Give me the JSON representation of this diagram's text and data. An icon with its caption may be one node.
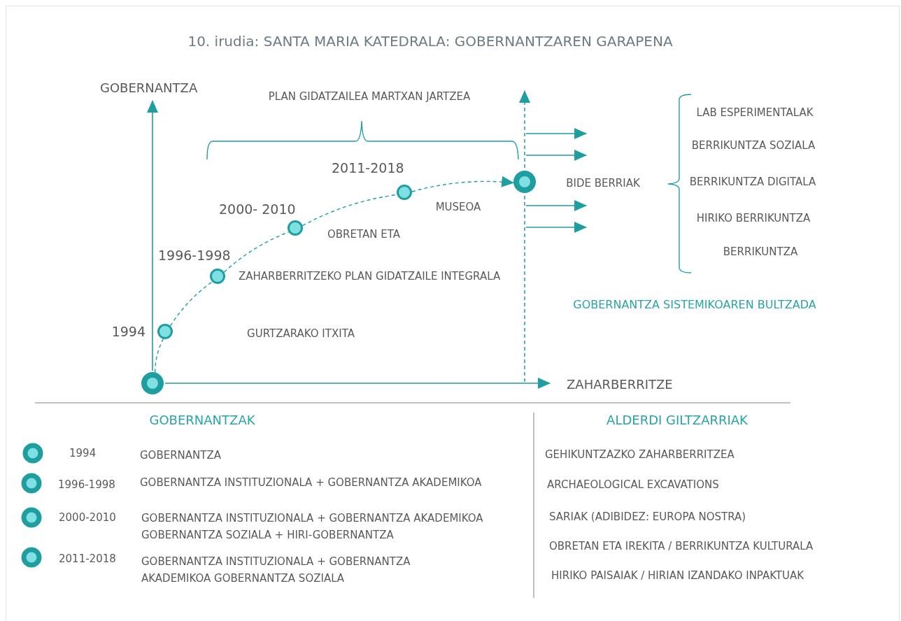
{
  "diagram": {
    "title": "10. irudia: SANTA MARIA KATEDRALA:  GOBERNANTZAREN GARAPENA",
    "nodes": [
      {
        "text": [],
        "shape": "circle"
      },
      {
        "text": [],
        "shape": "circle",
        "beside": [
          "1994"
        ]
      },
      {
        "text": [],
        "shape": "circle",
        "beside": [
          "1996-1998"
        ]
      },
      {
        "text": [],
        "shape": "circle",
        "beside": [
          "2000- 2010"
        ]
      },
      {
        "text": [],
        "shape": "circle",
        "beside": [
          "2011-2018"
        ]
      },
      {
        "text": [],
        "shape": "circle"
      }
    ],
    "edges": [
      {
        "from": 0,
        "to": 1,
        "arrow": "none",
        "style": "dashed"
      },
      {
        "from": 1,
        "to": 2,
        "arrow": "none",
        "style": "dashed"
      },
      {
        "from": 2,
        "to": 3,
        "arrow": "none",
        "style": "dashed"
      },
      {
        "from": 3,
        "to": 4,
        "arrow": "none",
        "style": "dashed"
      },
      {
        "from": 4,
        "to": 5,
        "arrow": "to",
        "style": "dashed"
      }
    ],
    "labels": [
      "GOBERNANTZA",
      "PLAN GIDATZAILEA MARTXAN JARTZEA",
      "LAB ESPERIMENTALAK",
      "BERRIKUNTZA SOZIALA",
      "BIDE BERRIAK",
      "BERRIKUNTZA DIGITALA",
      "MUSEOA",
      "OBRETAN ETA",
      "HIRIKO BERRIKUNTZA",
      "BERRIKUNTZA",
      "ZAHARBERRITZEKO PLAN GIDATZAILE INTEGRALA",
      "GOBERNANTZA SISTEMIKOAREN BULTZADA",
      "GURTZARAKO ITXITA",
      "ZAHARBERRITZE",
      "GOBERNANTZAK",
      "ALDERDI GILTZARRIAK",
      "1994",
      "GOBERNANTZA",
      "GEHIKUNTZAZKO ZAHARBERRITZEA",
      "1996-1998",
      "GOBERNANTZA INSTITUZIONALA + GOBERNANTZA AKADEMIKOA",
      "ARCHAEOLOGICAL EXCAVATIONS",
      "2000-2010",
      "GOBERNANTZA INSTITUZIONALA + GOBERNANTZA AKADEMIKOA GOBERNANTZA SOZIALA + HIRI-GOBERNANTZA",
      "SARIAK (ADIBIDEZ: EUROPA NOSTRA)",
      "2011-2018",
      "GOBERNANTZA INSTITUZIONALA + GOBERNANTZA AKADEMIKOA GOBERNANTZA SOZIALA",
      "OBRETAN ETA IREKITA / BERRIKUNTZA KULTURALA",
      "HIRIKO PAISAIAK / HIRIAN IZANDAKO INPAKTUAK"
    ]
  }
}
